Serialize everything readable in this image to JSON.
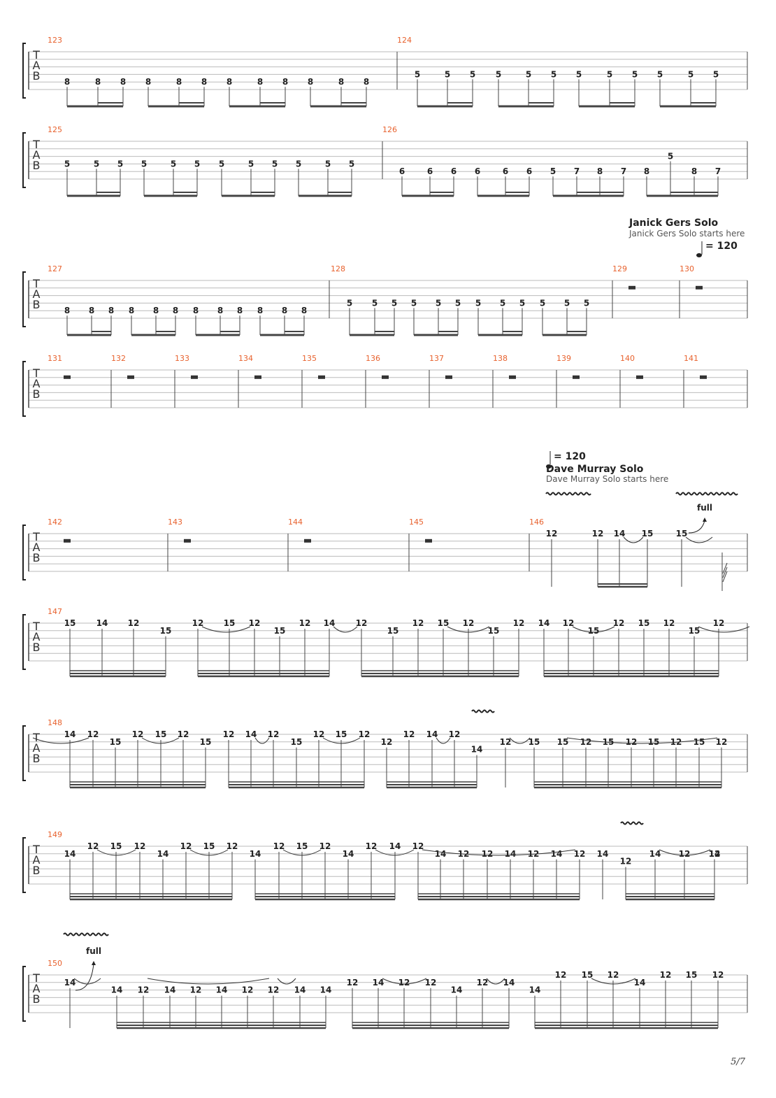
{
  "tab_label": [
    "T",
    "A",
    "B"
  ],
  "page_number": "5/7",
  "annotations": {
    "gers": {
      "title": "Janick Gers Solo",
      "subtitle": "Janick Gers Solo starts here",
      "tempo": "= 120"
    },
    "murray": {
      "title": "Dave Murray Solo",
      "subtitle": "Dave Murray Solo starts here",
      "tempo": "= 120"
    },
    "bend_full": "full"
  },
  "systems": [
    {
      "measures": [
        {
          "number": "123",
          "groups": [
            [
              "8",
              "8",
              "8"
            ],
            [
              "8",
              "8",
              "8"
            ],
            [
              "8",
              "8",
              "8"
            ],
            [
              "8",
              "8",
              "8"
            ]
          ],
          "string": 4
        },
        {
          "number": "124",
          "groups": [
            [
              "5",
              "5",
              "5"
            ],
            [
              "5",
              "5",
              "5"
            ],
            [
              "5",
              "5",
              "5"
            ],
            [
              "5",
              "5",
              "5"
            ]
          ],
          "string": 3
        }
      ]
    },
    {
      "measures": [
        {
          "number": "125",
          "groups": [
            [
              "5",
              "5",
              "5"
            ],
            [
              "5",
              "5",
              "5"
            ],
            [
              "5",
              "5",
              "5"
            ],
            [
              "5",
              "5",
              "5"
            ]
          ],
          "string": 3
        },
        {
          "number": "126",
          "groups": [
            [
              "6",
              "6",
              "6"
            ],
            [
              "6",
              "6",
              "6"
            ],
            [
              "5",
              "7",
              "8",
              "7"
            ],
            [
              "8",
              "5",
              "8",
              "7"
            ]
          ],
          "string": 4
        }
      ]
    },
    {
      "measures": [
        {
          "number": "127",
          "groups": [
            [
              "8",
              "8",
              "8"
            ],
            [
              "8",
              "8",
              "8"
            ],
            [
              "8",
              "8",
              "8"
            ],
            [
              "8",
              "8",
              "8"
            ]
          ],
          "string": 4
        },
        {
          "number": "128",
          "groups": [
            [
              "5",
              "5",
              "5"
            ],
            [
              "5",
              "5",
              "5"
            ],
            [
              "5",
              "5",
              "5"
            ],
            [
              "5",
              "5",
              "5"
            ]
          ],
          "string": 3
        },
        {
          "number": "129",
          "rest": true
        },
        {
          "number": "130",
          "rest": true
        }
      ]
    },
    {
      "measures": [
        {
          "number": "131",
          "rest": true
        },
        {
          "number": "132",
          "rest": true
        },
        {
          "number": "133",
          "rest": true
        },
        {
          "number": "134",
          "rest": true
        },
        {
          "number": "135",
          "rest": true
        },
        {
          "number": "136",
          "rest": true
        },
        {
          "number": "137",
          "rest": true
        },
        {
          "number": "138",
          "rest": true
        },
        {
          "number": "139",
          "rest": true
        },
        {
          "number": "140",
          "rest": true
        },
        {
          "number": "141",
          "rest": true
        }
      ]
    },
    {
      "measures": [
        {
          "number": "142",
          "rest": true
        },
        {
          "number": "143",
          "rest": true
        },
        {
          "number": "144",
          "rest": true
        },
        {
          "number": "145",
          "rest": true
        },
        {
          "number": "146",
          "notes": [
            "12",
            "12",
            "14",
            "15",
            "15"
          ]
        }
      ]
    },
    {
      "measures": [
        {
          "number": "147",
          "notes": [
            "15",
            "14",
            "12",
            "15",
            "12",
            "15",
            "12",
            "15",
            "12",
            "14",
            "12",
            "15",
            "12",
            "15",
            "12",
            "15",
            "12",
            "14",
            "12",
            "15",
            "12",
            "15",
            "12",
            "15",
            "12"
          ]
        }
      ]
    },
    {
      "measures": [
        {
          "number": "148",
          "notes": [
            "14",
            "12",
            "15",
            "12",
            "15",
            "12",
            "15",
            "12",
            "14",
            "12",
            "15",
            "12",
            "15",
            "12",
            "12",
            "12",
            "14",
            "12",
            "14",
            "12",
            "15",
            "15",
            "12",
            "15",
            "12",
            "15",
            "12",
            "15",
            "12"
          ]
        }
      ]
    },
    {
      "measures": [
        {
          "number": "149",
          "notes": [
            "14",
            "12",
            "15",
            "12",
            "14",
            "12",
            "15",
            "12",
            "14",
            "12",
            "15",
            "12",
            "14",
            "12",
            "14",
            "12",
            "14",
            "12",
            "12",
            "14",
            "12",
            "14",
            "12",
            "14",
            "12",
            "14",
            "12",
            "14",
            "12"
          ]
        }
      ]
    },
    {
      "measures": [
        {
          "number": "150",
          "notes": [
            "14",
            "14",
            "12",
            "14",
            "12",
            "14",
            "12",
            "12",
            "14",
            "14",
            "12",
            "14",
            "12",
            "12",
            "14",
            "12",
            "14",
            "14",
            "12",
            "15",
            "12",
            "14",
            "12",
            "15",
            "12"
          ]
        }
      ]
    }
  ]
}
